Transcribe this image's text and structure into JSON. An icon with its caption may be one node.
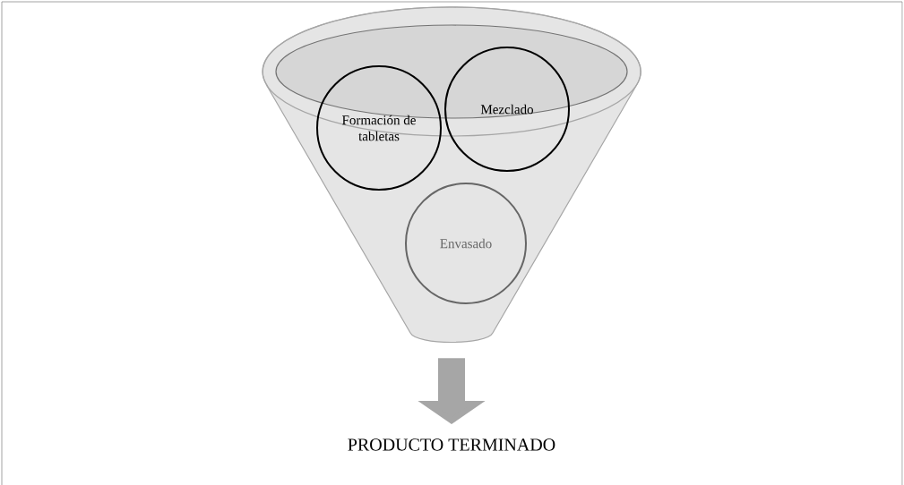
{
  "diagram": {
    "nodes": [
      {
        "text": [],
        "shape": "funnel"
      },
      {
        "text": [
          "Formación de tabletas"
        ],
        "in": 0
      },
      {
        "text": [
          "Mezclado"
        ],
        "in": 0
      },
      {
        "text": [
          "Envasado"
        ],
        "in": 0
      },
      {
        "text": [
          "PRODUCTO TERMINADO"
        ]
      }
    ],
    "edges": [
      {
        "from": 0,
        "to": 4,
        "arrow": "to"
      }
    ]
  }
}
